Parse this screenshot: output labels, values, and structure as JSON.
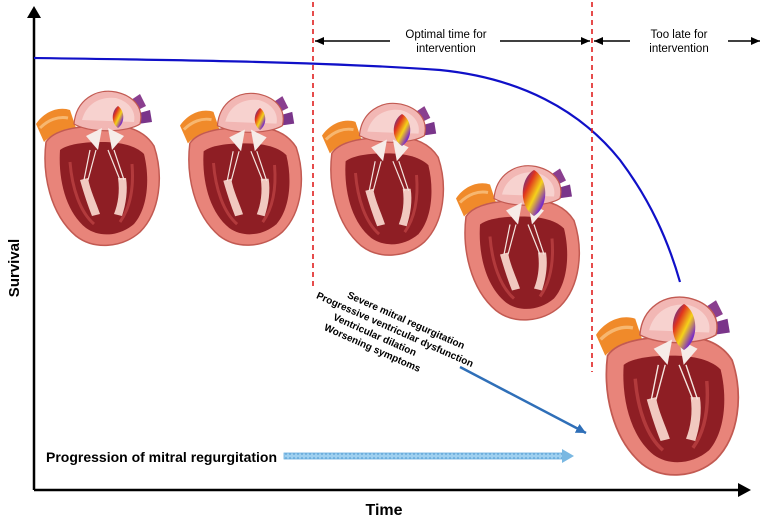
{
  "axes": {
    "y_label": "Survival",
    "x_label": "Time"
  },
  "zones": {
    "optimal_line1": "Optimal time for",
    "optimal_line2": "intervention",
    "late_line1": "Too late for",
    "late_line2": "intervention"
  },
  "annotations": {
    "findings": [
      "Severe mitral regurgitation",
      "Progressive ventricular dysfunction",
      "Ventricular dilation",
      "Worsening symptoms"
    ],
    "progression_label": "Progression of mitral regurgitation"
  },
  "colors": {
    "survival_curve": "#1010c8",
    "zone_divider": "#e02020",
    "finding_arrow": "#2f6fb8",
    "progression_arrow": "#8fc6ea",
    "heart_outer": "#e8847a",
    "heart_inner": "#8e1e24",
    "atrium": "#f2b7b4",
    "vessel_purple": "#8a3f8f",
    "vessel_orange": "#f08a2a"
  },
  "hearts": [
    {
      "name": "heart-stage-1",
      "jet_size": "small"
    },
    {
      "name": "heart-stage-2",
      "jet_size": "small"
    },
    {
      "name": "heart-stage-3",
      "jet_size": "moderate"
    },
    {
      "name": "heart-stage-4",
      "jet_size": "large"
    },
    {
      "name": "heart-stage-5",
      "jet_size": "large"
    }
  ]
}
